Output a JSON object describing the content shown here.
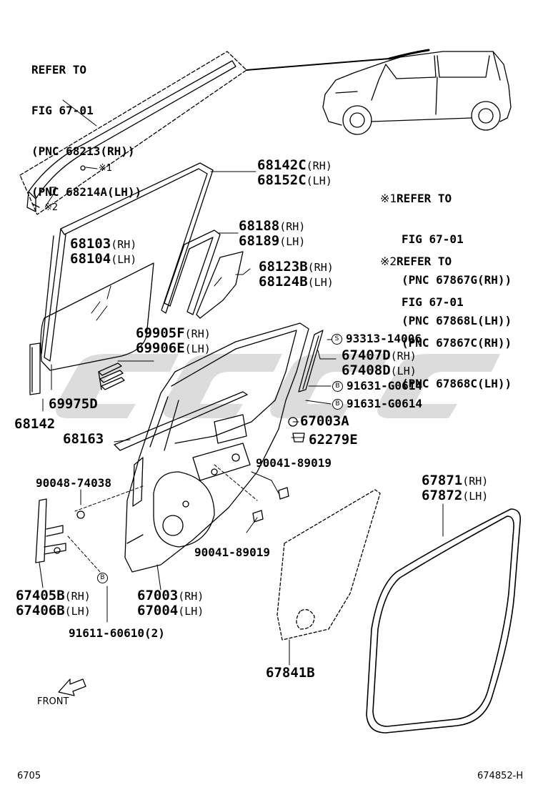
{
  "notes": {
    "refer_top": [
      "REFER TO",
      "FIG 67-01",
      "(PNC 68213(RH))",
      "(PNC 68214A(LH))"
    ],
    "refer_1": [
      "REFER TO",
      "FIG 67-01",
      "(PNC 67867G(RH))",
      "(PNC 67868L(LH))"
    ],
    "refer_2": [
      "REFER TO",
      "FIG 67-01",
      "(PNC 67867C(RH))",
      "(PNC 67868C(LH))"
    ],
    "mark_1": "※1",
    "mark_2": "※2"
  },
  "parts": {
    "p68142C": "68142C",
    "p68152C": "68152C",
    "p68188": "68188",
    "p68189": "68189",
    "p68103": "68103",
    "p68104": "68104",
    "p68123B": "68123B",
    "p68124B": "68124B",
    "p69905F": "69905F",
    "p69906E": "69906E",
    "p93313": "93313-14006",
    "p67407D": "67407D",
    "p67408D": "67408D",
    "p91631a": "91631-G0614",
    "p91631b": "91631-G0614",
    "p69975D": "69975D",
    "p68142": "68142",
    "p67003A": "67003A",
    "p62279E": "62279E",
    "p68163": "68163",
    "p90041a": "90041-89019",
    "p90048": "90048-74038",
    "p90041b": "90041-89019",
    "p67871": "67871",
    "p67872": "67872",
    "p67405B": "67405B",
    "p67406B": "67406B",
    "p67003": "67003",
    "p67004": "67004",
    "p91611": "91611-60610(2)",
    "p67841B": "67841B"
  },
  "suffix": {
    "rh": "(RH)",
    "lh": "(LH)"
  },
  "symbols": {
    "s": "S",
    "b": "B"
  },
  "front_label": "FRONT",
  "footer": {
    "left": "6705",
    "right": "674852-H"
  },
  "watermark": "GCC",
  "colors": {
    "line": "#000000",
    "watermark": "#d3d3d3",
    "background": "#ffffff"
  }
}
